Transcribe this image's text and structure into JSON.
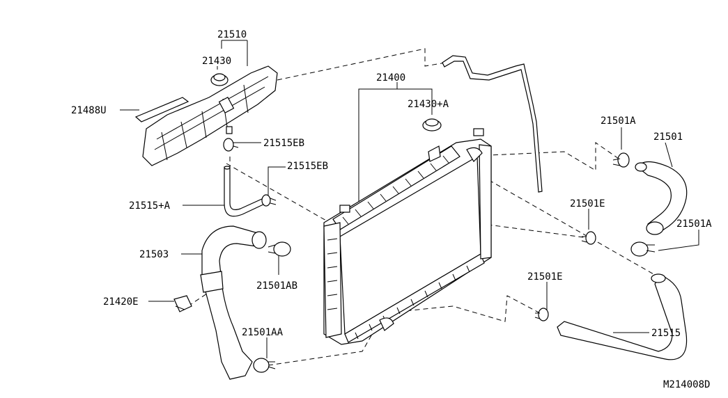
{
  "labels": {
    "p21510": "21510",
    "p21430": "21430",
    "p21488U": "21488U",
    "p21515EB_top": "21515EB",
    "p21515EB_mid": "21515EB",
    "p21515A": "21515+A",
    "p21400": "21400",
    "p21430A": "21430+A",
    "p21501A_top": "21501A",
    "p21501": "21501",
    "p21501E_right": "21501E",
    "p21501A_right": "21501A",
    "p21503": "21503",
    "p21501AB": "21501AB",
    "p21420E": "21420E",
    "p21501E_bottom": "21501E",
    "p21501AA": "21501AA",
    "p21515": "21515",
    "code": "M214008D"
  }
}
